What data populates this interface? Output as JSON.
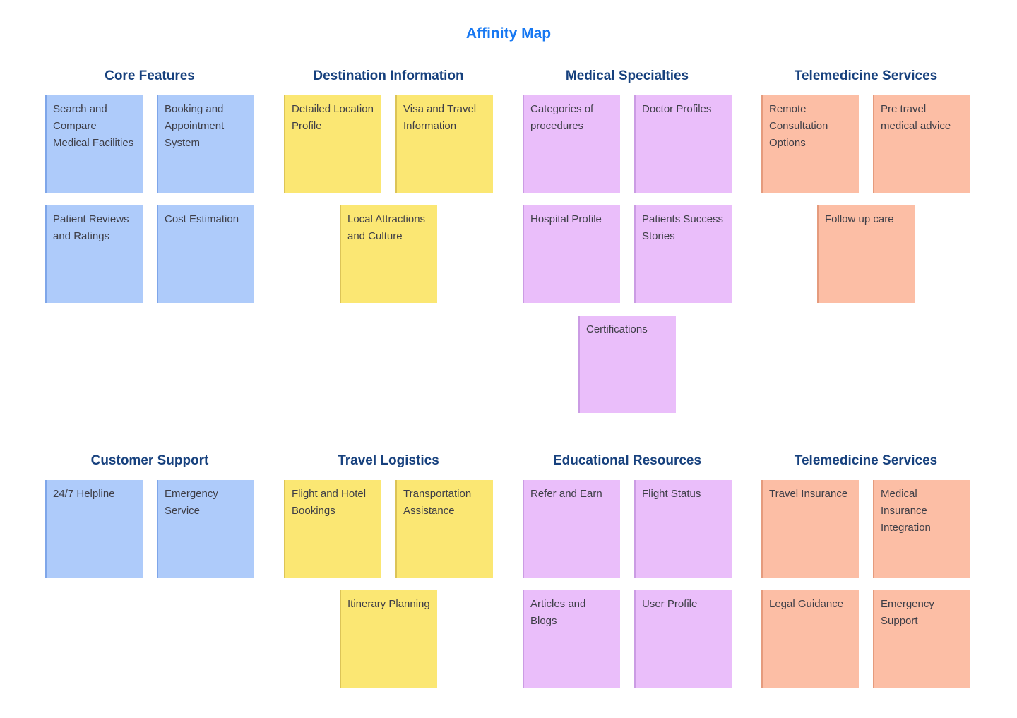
{
  "title": "Affinity Map",
  "colors": {
    "title": "#1778F2",
    "heading": "#17417E",
    "note_text": "#3E3E47",
    "palette": {
      "blue": {
        "fill": "#AECBFA",
        "edge": "#7FA6E9"
      },
      "yellow": {
        "fill": "#FBE773",
        "edge": "#DCC457"
      },
      "purple": {
        "fill": "#EABEFA",
        "edge": "#CB9CE4"
      },
      "salmon": {
        "fill": "#FCBEA5",
        "edge": "#E59B7D"
      }
    }
  },
  "rows": [
    {
      "groups": [
        {
          "title": "Core Features",
          "color": "blue",
          "notes": [
            "Search and Compare Medical Facilities",
            "Booking and Appointment System",
            "Patient Reviews and Ratings",
            "Cost Estimation"
          ]
        },
        {
          "title": "Destination Information",
          "color": "yellow",
          "notes": [
            "Detailed Location Profile",
            "Visa and Travel Information",
            "Local Attractions and Culture"
          ]
        },
        {
          "title": "Medical Specialties",
          "color": "purple",
          "notes": [
            "Categories of procedures",
            "Doctor Profiles",
            "Hospital Profile",
            "Patients Success Stories",
            "Certifications"
          ]
        },
        {
          "title": "Telemedicine Services",
          "color": "salmon",
          "notes": [
            "Remote Consultation Options",
            "Pre travel medical advice",
            "Follow up care"
          ]
        }
      ]
    },
    {
      "groups": [
        {
          "title": "Customer Support",
          "color": "blue",
          "notes": [
            "24/7 Helpline",
            "Emergency Service"
          ]
        },
        {
          "title": "Travel Logistics",
          "color": "yellow",
          "notes": [
            "Flight and Hotel Bookings",
            "Transportation Assistance",
            "Itinerary Planning"
          ]
        },
        {
          "title": "Educational Resources",
          "color": "purple",
          "notes": [
            "Refer and Earn",
            "Flight Status",
            "Articles and Blogs",
            "User Profile"
          ]
        },
        {
          "title": "Telemedicine Services",
          "color": "salmon",
          "notes": [
            "Travel Insurance",
            "Medical Insurance Integration",
            "Legal Guidance",
            "Emergency Support"
          ]
        }
      ]
    }
  ]
}
